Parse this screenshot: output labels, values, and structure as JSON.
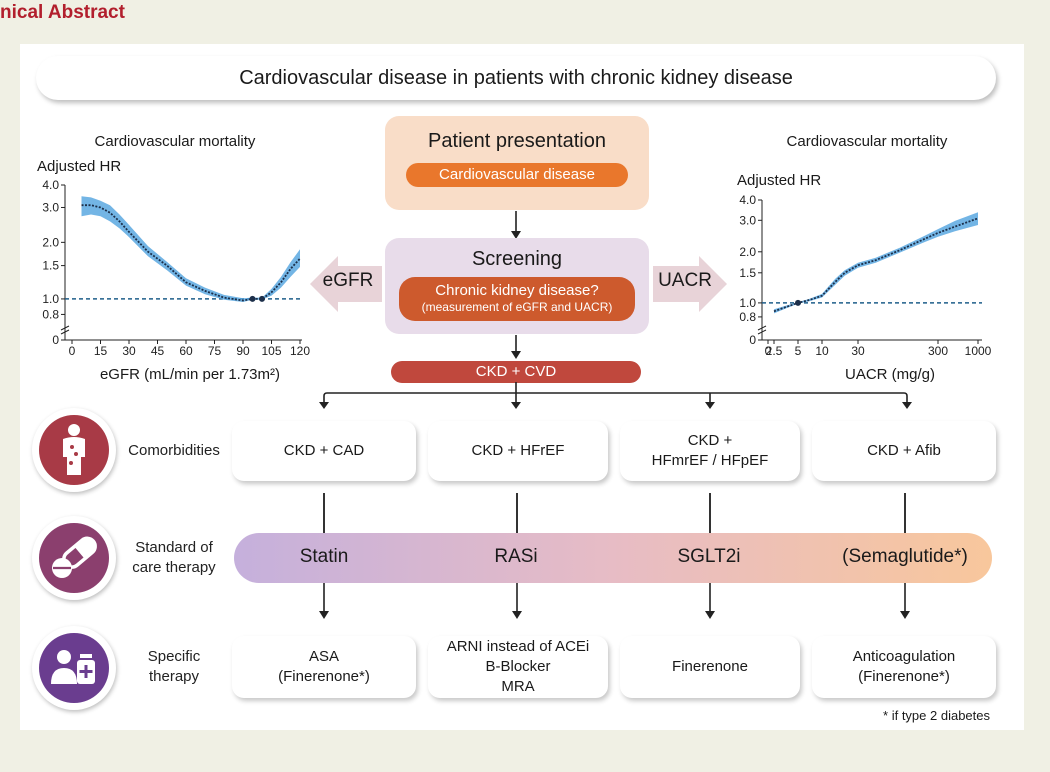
{
  "header": "nical Abstract",
  "title": "Cardiovascular disease in patients with chronic kidney disease",
  "center": {
    "presentation_title": "Patient presentation",
    "presentation_pill": "Cardiovascular disease",
    "screening_title": "Screening",
    "screening_pill_line1": "Chronic kidney disease?",
    "screening_pill_line2": "(measurement of eGFR and UACR)",
    "ckd_cvd": "CKD + CVD",
    "egfr_arrow": "eGFR",
    "uacr_arrow": "UACR"
  },
  "rows": {
    "comorbidities": "Comorbidities",
    "standard_line1": "Standard of",
    "standard_line2": "care therapy",
    "specific_line1": "Specific",
    "specific_line2": "therapy"
  },
  "comorbidity_cards": [
    "CKD + CAD",
    "CKD + HFrEF",
    "CKD +",
    "HFmrEF / HFpEF",
    "CKD + Afib"
  ],
  "therapy_bar": [
    "Statin",
    "RASi",
    "SGLT2i",
    "(Semaglutide*)"
  ],
  "specific_cards": {
    "c1_line1": "ASA",
    "c1_line2": "(Finerenone*)",
    "c2_line1": "ARNI instead of ACEi",
    "c2_line2": "B-Blocker",
    "c2_line3": "MRA",
    "c3_line1": "Finerenone",
    "c4_line1": "Anticoagulation",
    "c4_line2": "(Finerenone*)"
  },
  "footnote": "* if type 2 diabetes",
  "colors": {
    "header_red": "#b21f2d",
    "presentation_bg": "#f9ddc8",
    "orange_pill": "#e9772c",
    "screening_bg": "#e8dcea",
    "screening_pill": "#cd5a2d",
    "ckd_cvd": "#c0483d",
    "arrow_fill": "#e8d3d8",
    "comorbidity_icon": "#a83a46",
    "therapy_icon": "#8b3f6e",
    "specific_icon": "#6a3d8f",
    "gradient_start": "#c5b0dc",
    "gradient_end": "#f8c79c",
    "band": "#5ba8e0",
    "line": "#1c2f4a",
    "ref_line": "#1f5e8a"
  },
  "chart_data": [
    {
      "type": "line",
      "title": "Cardiovascular mortality",
      "ylabel": "Adjusted HR",
      "xlabel": "eGFR (mL/min per 1.73m²)",
      "x_ticks": [
        0,
        15,
        30,
        45,
        60,
        75,
        90,
        105,
        120
      ],
      "y_ticks": [
        "0",
        "0.8",
        "1.0",
        "1.5",
        "2.0",
        "3.0",
        "4.0"
      ],
      "reference_line": 1.0,
      "series": [
        {
          "x": [
            5,
            10,
            15,
            20,
            25,
            30,
            40,
            50,
            60,
            70,
            80,
            90,
            95,
            100,
            105,
            110,
            115,
            120
          ],
          "y": [
            3.1,
            3.1,
            3.0,
            2.85,
            2.6,
            2.3,
            1.8,
            1.5,
            1.25,
            1.12,
            1.02,
            0.98,
            1.0,
            1.0,
            1.1,
            1.25,
            1.45,
            1.65
          ],
          "lower": [
            2.75,
            2.8,
            2.75,
            2.6,
            2.4,
            2.15,
            1.7,
            1.43,
            1.2,
            1.07,
            0.99,
            0.96,
            0.99,
            0.99,
            1.05,
            1.17,
            1.33,
            1.48
          ],
          "upper": [
            3.5,
            3.45,
            3.3,
            3.1,
            2.8,
            2.5,
            1.92,
            1.58,
            1.31,
            1.17,
            1.06,
            1.01,
            1.02,
            1.02,
            1.15,
            1.33,
            1.57,
            1.85
          ]
        }
      ]
    },
    {
      "type": "line",
      "title": "Cardiovascular mortality",
      "ylabel": "Adjusted HR",
      "xlabel": "UACR (mg/g)",
      "x_scale": "log",
      "x_ticks": [
        "0",
        "2.5",
        "5",
        "10",
        "30",
        "300",
        "1000"
      ],
      "y_ticks": [
        "0",
        "0.8",
        "1.0",
        "1.5",
        "2.0",
        "3.0",
        "4.0"
      ],
      "reference_line": 1.0,
      "series": [
        {
          "x": [
            2.5,
            3.5,
            5,
            7,
            10,
            15,
            20,
            30,
            50,
            100,
            200,
            300,
            500,
            1000
          ],
          "y": [
            0.88,
            0.94,
            1.0,
            1.05,
            1.12,
            1.35,
            1.5,
            1.68,
            1.8,
            2.05,
            2.4,
            2.6,
            2.8,
            3.1
          ],
          "lower": [
            0.85,
            0.92,
            0.99,
            1.03,
            1.09,
            1.3,
            1.45,
            1.62,
            1.74,
            1.98,
            2.3,
            2.48,
            2.65,
            2.85
          ],
          "upper": [
            0.91,
            0.96,
            1.01,
            1.07,
            1.15,
            1.4,
            1.56,
            1.74,
            1.86,
            2.13,
            2.5,
            2.72,
            2.98,
            3.4
          ]
        }
      ]
    }
  ]
}
